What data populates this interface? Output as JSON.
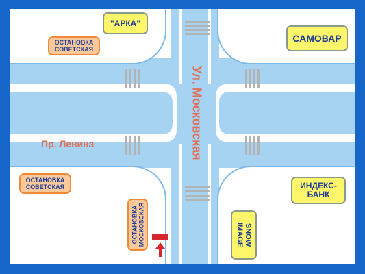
{
  "streets": {
    "avenue": "Пр. Ленина",
    "street": "Ул. Московская"
  },
  "places": {
    "arka": "\"АРКА\"",
    "samovar": "САМОВАР",
    "index_bank_line1": "ИНДЕКС-",
    "index_bank_line2": "БАНК",
    "snow_line1": "SNOW",
    "snow_line2": "IMAGE"
  },
  "stops": {
    "top_left_line1": "ОСТАНОВКА",
    "top_left_line2": "СОВЕТСКАЯ",
    "bottom_left_line1": "ОСТАНОВКА",
    "bottom_left_line2": "СОВЕТСКАЯ",
    "moskovskaya_line1": "ОСТАНОВКА",
    "moskovskaya_line2": "МОСКОВСКАЯ"
  },
  "colors": {
    "frame": "#1665c8",
    "road": "#a7d3f3",
    "road_edge": "#7eb8e8",
    "crosswalk": "#b3b3b3",
    "marker": "#d7262d"
  }
}
